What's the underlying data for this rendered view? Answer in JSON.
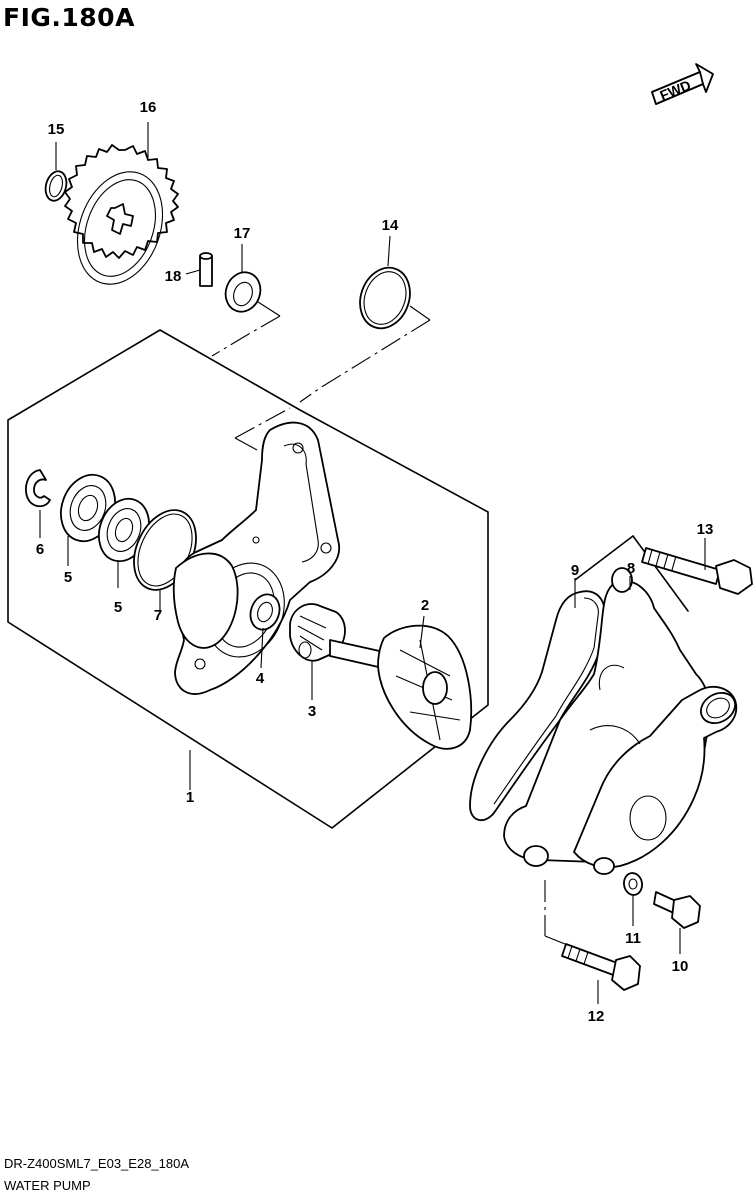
{
  "figure": {
    "title": "FIG.180A",
    "model_code": "DR-Z400SML7_E03_E28_180A",
    "subtitle": "WATER PUMP",
    "direction_badge": "FWD"
  },
  "callouts": {
    "c1": "1",
    "c2": "2",
    "c3": "3",
    "c4": "4",
    "c5a": "5",
    "c5b": "5",
    "c6": "6",
    "c7": "7",
    "c8": "8",
    "c9": "9",
    "c10": "10",
    "c11": "11",
    "c12": "12",
    "c13": "13",
    "c14": "14",
    "c15": "15",
    "c16": "16",
    "c17": "17",
    "c18": "18"
  },
  "icons": {
    "direction": "fwd-arrow-icon"
  }
}
